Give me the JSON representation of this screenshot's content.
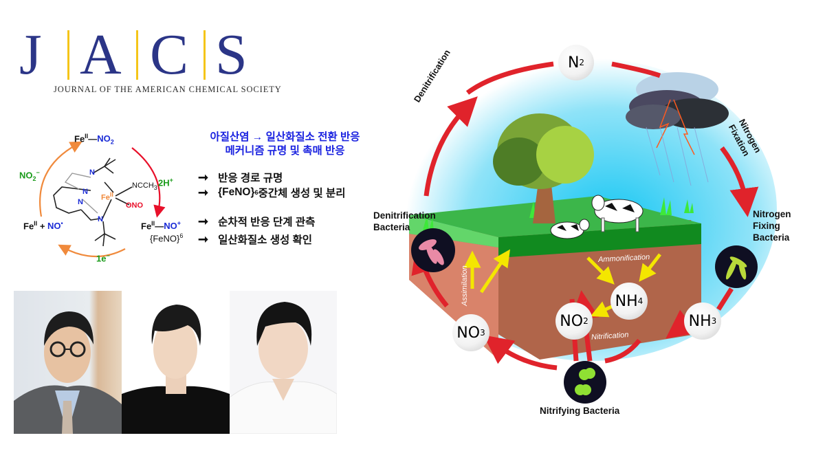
{
  "logo": {
    "letters": [
      "J",
      "A",
      "C",
      "S"
    ],
    "subtitle": "JOURNAL OF THE AMERICAN CHEMICAL SOCIETY",
    "colors": {
      "letters": "#2b3587",
      "bars": "#f5c518"
    }
  },
  "reaction_cycle": {
    "top_species": {
      "fe": "Fe",
      "fe_ox": "II",
      "ligand": "NO",
      "ligand_sub": "2"
    },
    "right_species": {
      "fe": "Fe",
      "fe_ox": "II",
      "ligand": "NO",
      "ligand_sup": "+",
      "label": "{FeNO}",
      "label_sup": "6"
    },
    "left_species": {
      "fe": "Fe",
      "fe_ox": "II",
      "plus": "+",
      "ligand": "NO",
      "ligand_sup": "•"
    },
    "step_right": {
      "text": "2H",
      "sup": "+"
    },
    "step_bottom": {
      "text": "1e",
      "sup": "−"
    },
    "step_left": {
      "text": "NO",
      "sub": "2",
      "sup": "−"
    },
    "complex": {
      "metal": "Fe",
      "metal_ox": "II",
      "ligand1": "NCCH",
      "ligand1_sub": "3",
      "ligand2": "ONO",
      "n_atom": "N"
    }
  },
  "summary": {
    "title_line1": "아질산염 → 일산화질소 전환 반응",
    "title_line2": "메커니즘 규명 및 촉매 반응",
    "bullets": [
      {
        "arrow": "➞",
        "text": "반응 경로 규명"
      },
      {
        "arrow": "➞",
        "prefix": "{FeNO}",
        "prefix_sup": "6",
        "text": " 중간체 생성 및 분리"
      },
      {
        "arrow": "➞",
        "text": "순차적 반응 단계 관측"
      },
      {
        "arrow": "➞",
        "text": "일산화질소 생성 확인"
      }
    ]
  },
  "photos": [
    {
      "name": "researcher-1",
      "desc": "man with glasses, grey jacket, tie"
    },
    {
      "name": "researcher-2",
      "desc": "young man, black shirt"
    },
    {
      "name": "researcher-3",
      "desc": "young man, white shirt"
    }
  ],
  "nitrogen_cycle": {
    "nodes": {
      "n2": {
        "main": "N",
        "sub": "2"
      },
      "no3": {
        "main": "NO",
        "sub": "3"
      },
      "no2": {
        "main": "NO",
        "sub": "2"
      },
      "nh4": {
        "main": "NH",
        "sub": "4"
      },
      "nh3": {
        "main": "NH",
        "sub": "3"
      }
    },
    "process_labels": {
      "denitrification": "Denitrification",
      "nitrogen_fixation_line1": "Nitrogen",
      "nitrogen_fixation_line2": "Fixation",
      "ammonification": "Ammonification",
      "nitrification": "Nitrification",
      "assimilation": "Assimilation"
    },
    "bacteria_labels": {
      "denitrification_line1": "Denitrification",
      "denitrification_line2": "Bacteria",
      "fixing_line1": "Nitrogen",
      "fixing_line2": "Fixing",
      "fixing_line3": "Bacteria",
      "nitrifying": "Nitrifying Bacteria"
    },
    "colors": {
      "cycle_arrow": "#e0232b",
      "soil_arrow": "#f4e600",
      "grass": "#39b54a",
      "soil": "#b0654a",
      "sky": "#2fd0f5"
    }
  }
}
